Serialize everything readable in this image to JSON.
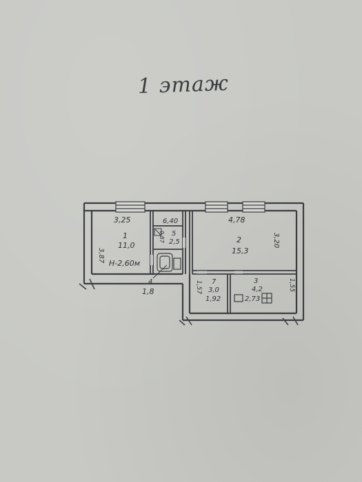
{
  "title": "1 этаж",
  "rooms": {
    "room1": {
      "number": "1",
      "area": "11,0",
      "width": "3,25",
      "depth": "3,87",
      "height": "H-2,60м"
    },
    "room2": {
      "number": "2",
      "area": "15,3",
      "width": "4,78",
      "depth": "3,20"
    },
    "room3": {
      "number": "3",
      "area": "4,2",
      "width": "2,73",
      "depth": "1,55"
    },
    "room4": {
      "number": "4",
      "area": "1,8"
    },
    "room5": {
      "number": "5",
      "area": "2,5",
      "width": "6,40",
      "depth": "0,87"
    },
    "room7": {
      "number": "7",
      "area": "3,0",
      "width": "1,92",
      "depth": "1,57"
    }
  }
}
